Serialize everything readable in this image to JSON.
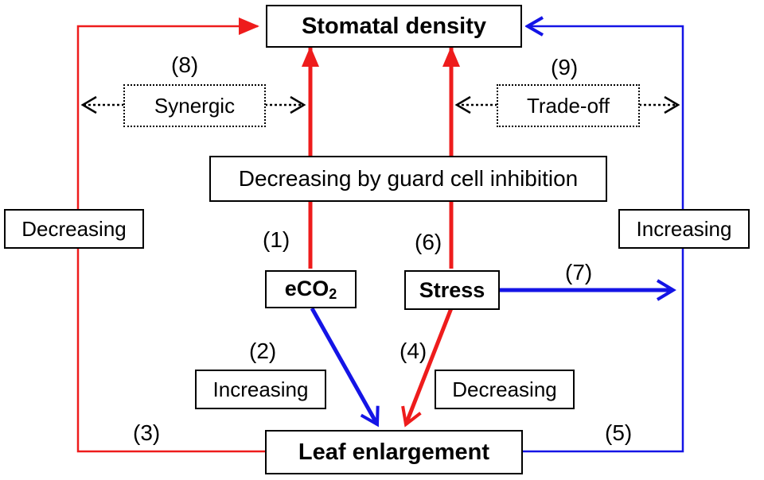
{
  "nodes": {
    "stomatal_density": "Stomatal density",
    "guard_cell": "Decreasing by guard cell inhibition",
    "eco2_main": "eCO",
    "eco2_sub": "2",
    "stress": "Stress",
    "leaf_enlargement": "Leaf enlargement"
  },
  "effects": {
    "left_decreasing": "Decreasing",
    "right_increasing": "Increasing",
    "eco2_increasing": "Increasing",
    "stress_decreasing": "Decreasing",
    "synergic": "Synergic",
    "trade_off": "Trade-off"
  },
  "pathway_numbers": {
    "p1": "(1)",
    "p2": "(2)",
    "p3": "(3)",
    "p4": "(4)",
    "p5": "(5)",
    "p6": "(6)",
    "p7": "(7)",
    "p8": "(8)",
    "p9": "(9)"
  },
  "colors": {
    "red": "#ee1c1c",
    "blue": "#1414e6",
    "black": "#000000"
  }
}
